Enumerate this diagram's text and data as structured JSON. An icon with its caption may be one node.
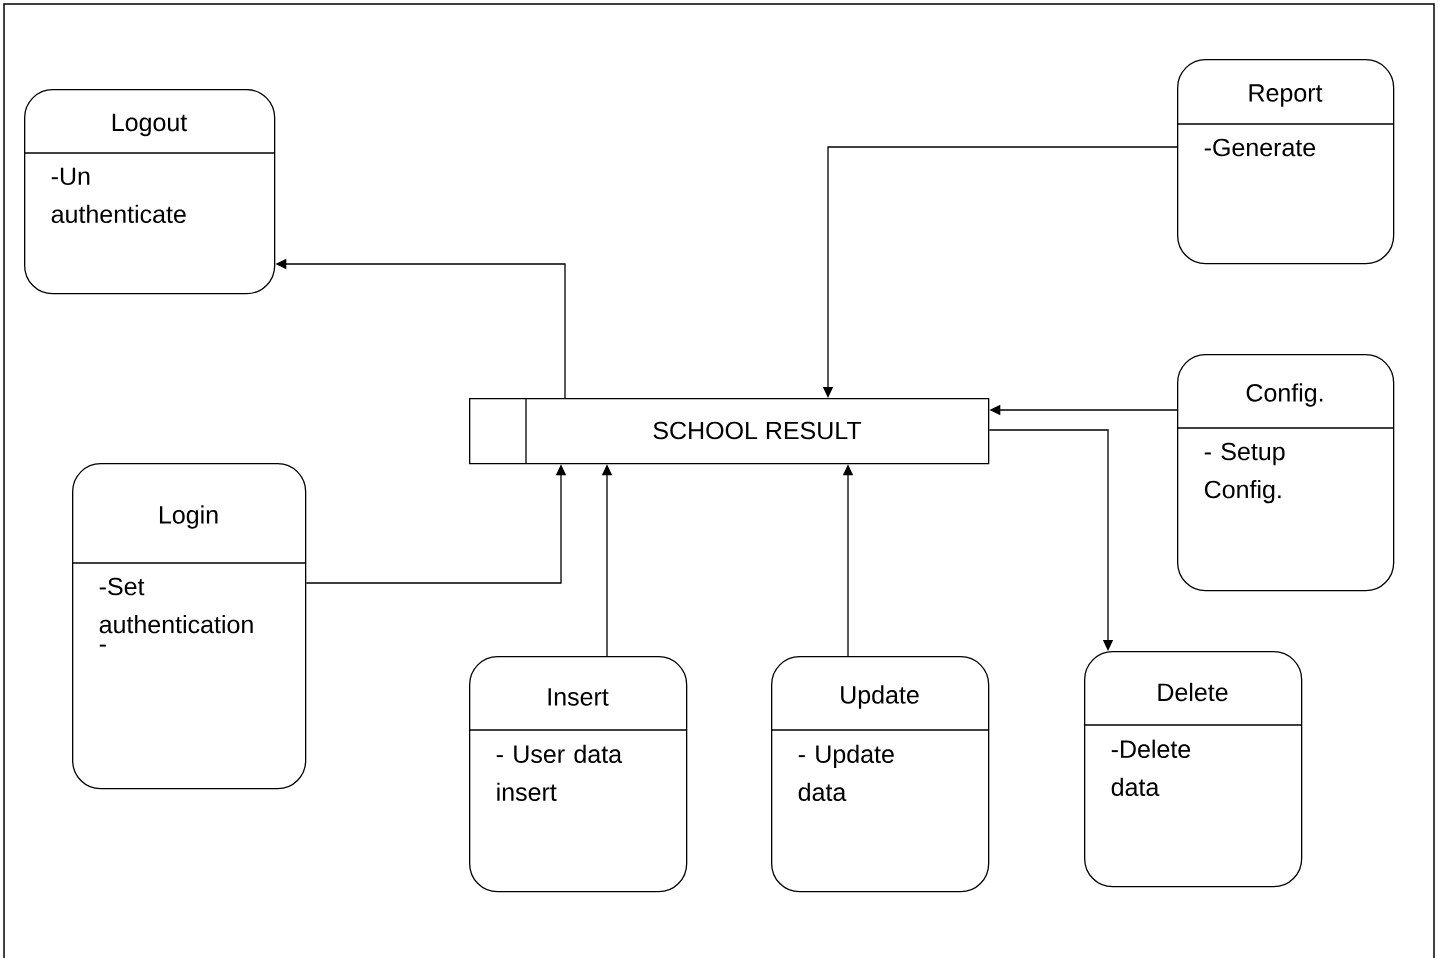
{
  "diagram": {
    "nodes": [
      {
        "text": [
          "Logout",
          "-Un authenticate"
        ]
      },
      {
        "text": [
          "Report",
          "-Generate"
        ]
      },
      {
        "text": [
          "SCHOOL RESULT"
        ]
      },
      {
        "text": [
          "Config.",
          "- Setup Config."
        ]
      },
      {
        "text": [
          "Login",
          "-Set authentication",
          "-"
        ]
      },
      {
        "text": [
          "Insert",
          "- User data insert"
        ]
      },
      {
        "text": [
          "Update",
          "- Update data"
        ]
      },
      {
        "text": [
          "Delete",
          "-Delete data"
        ]
      }
    ],
    "edges": [
      {
        "from": 2,
        "to": 0,
        "arrow": "to"
      },
      {
        "from": 1,
        "to": 2,
        "arrow": "to"
      },
      {
        "from": 3,
        "to": 2,
        "arrow": "to"
      },
      {
        "from": 2,
        "to": 7,
        "arrow": "to"
      },
      {
        "from": 4,
        "to": 2,
        "arrow": "to"
      },
      {
        "from": 5,
        "to": 2,
        "arrow": "to"
      },
      {
        "from": 6,
        "to": 2,
        "arrow": "to"
      }
    ]
  }
}
